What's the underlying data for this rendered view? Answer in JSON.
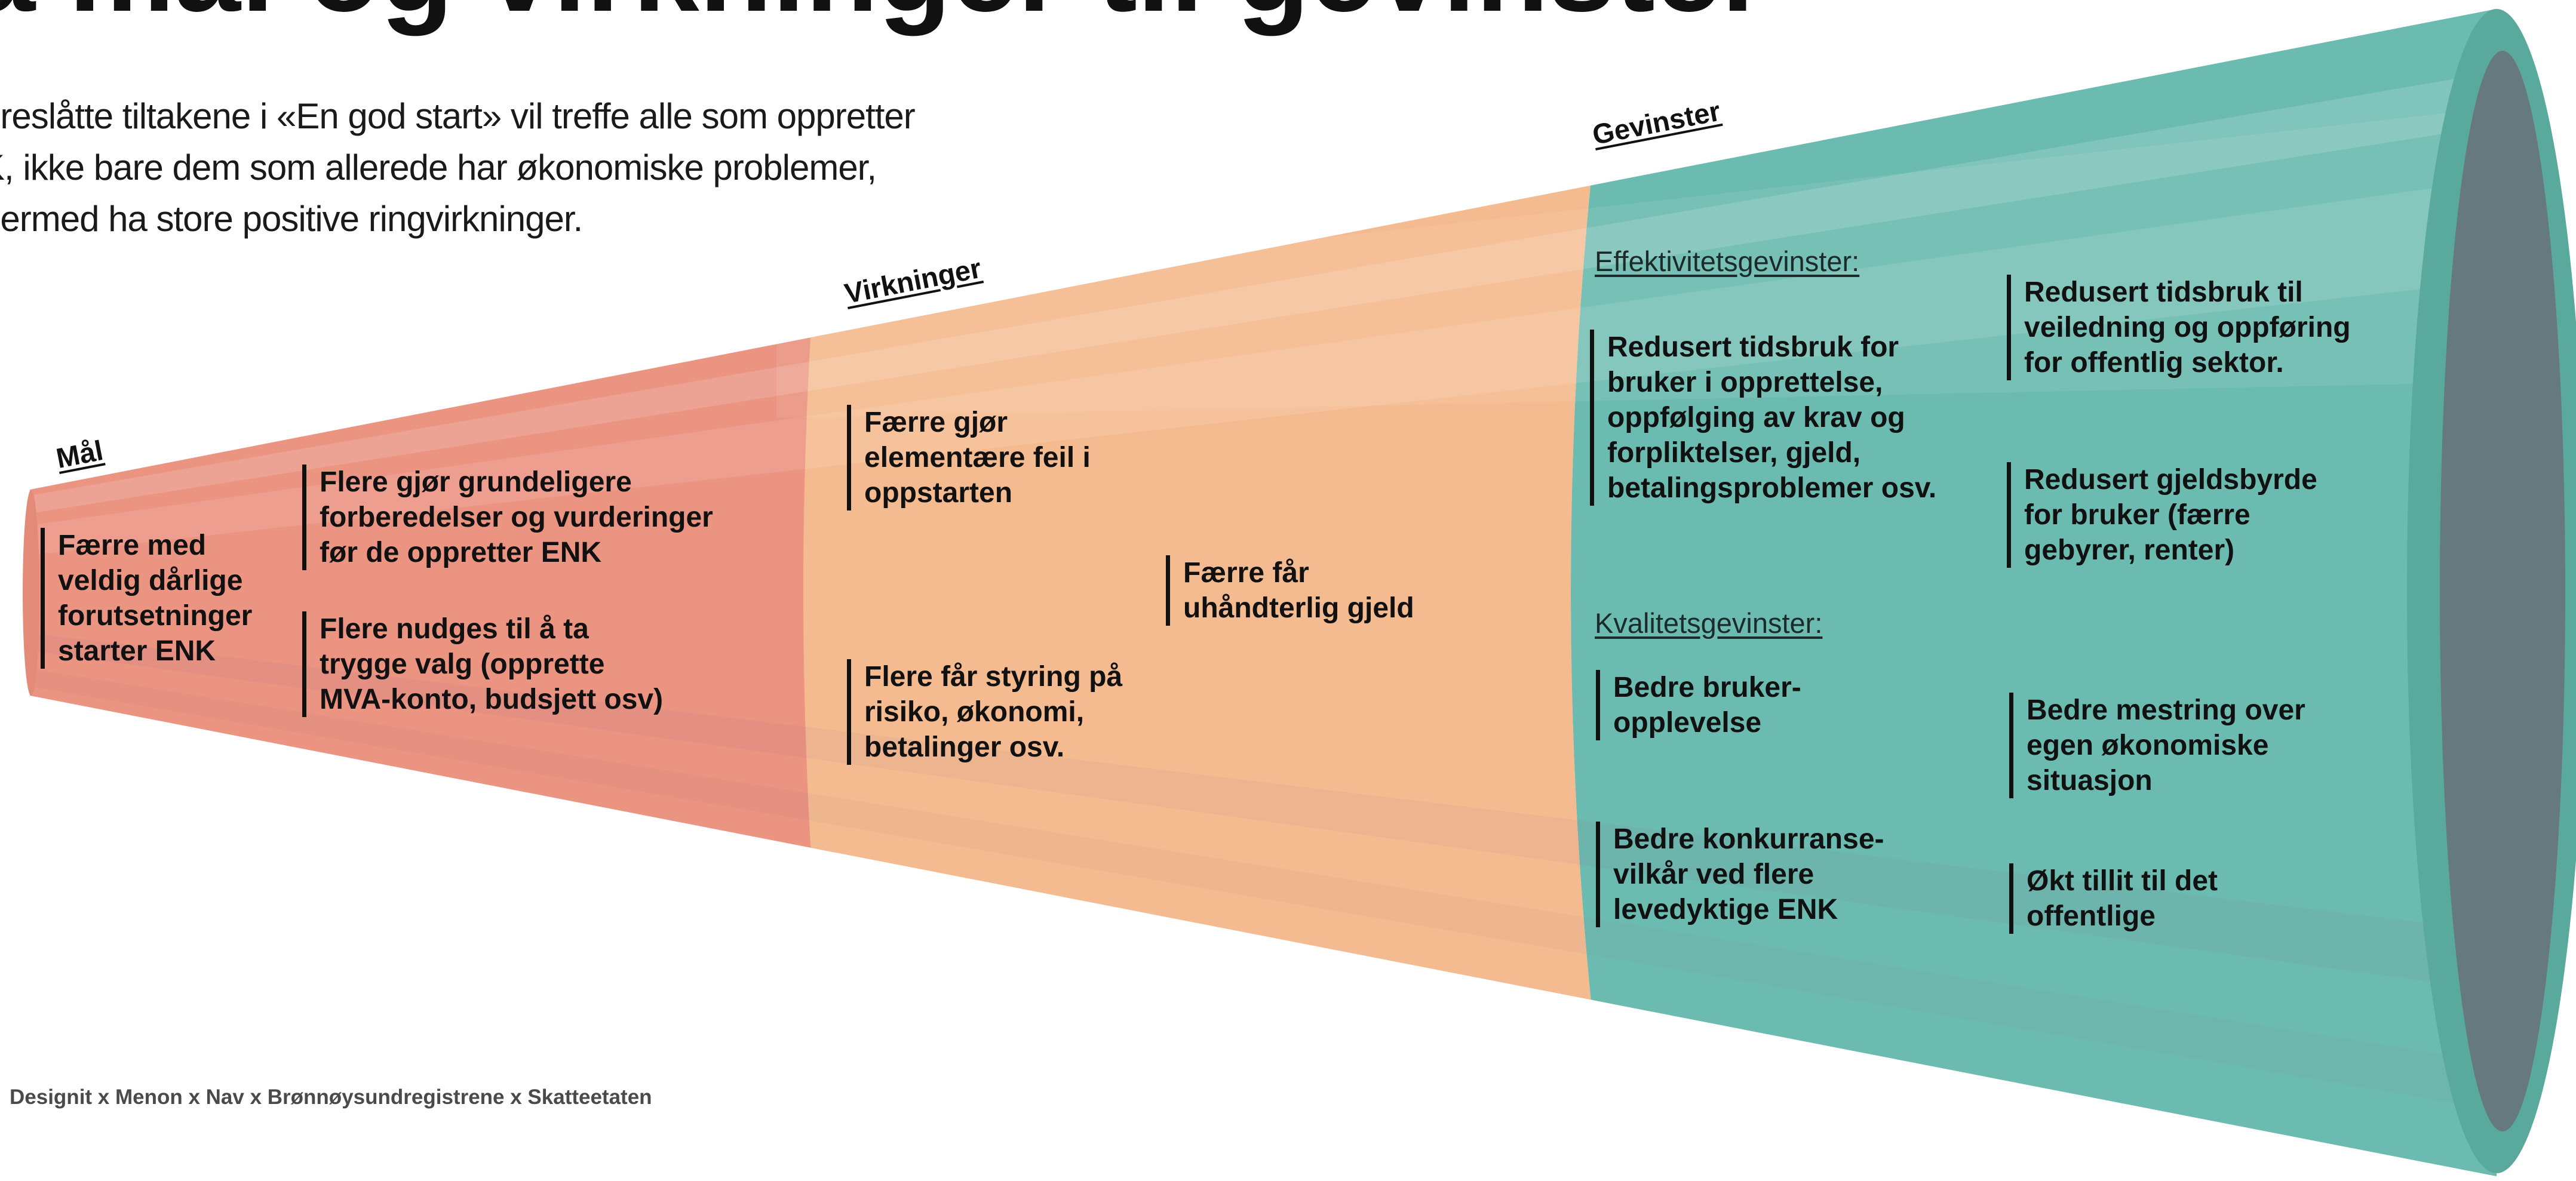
{
  "title": "ra mål og virkninger til gevinster",
  "intro_lines": [
    "oreslåtte tiltakene i «En god start» vil treffe alle som oppretter",
    "K, ikke bare dem som allerede har økonomiske problemer,",
    "dermed ha store positive ringvirkninger."
  ],
  "stages": {
    "maal": "Mål",
    "virkninger": "Virkninger",
    "gevinster": "Gevinster"
  },
  "subheadings": {
    "effektivitet": "Effektivitetsgevinster:",
    "kvalitet": "Kvalitetsgevinster:"
  },
  "maal_items": [
    [
      "Færre med",
      "veldig dårlige",
      "forutsetninger",
      "starter ENK"
    ],
    [
      "Flere gjør grundeligere",
      "forberedelser og vurderinger",
      "før de oppretter ENK"
    ],
    [
      "Flere nudges til å ta",
      "trygge valg (opprette",
      "MVA-konto, budsjett osv)"
    ]
  ],
  "virkninger_items": [
    [
      "Færre gjør",
      "elementære feil i",
      "oppstarten"
    ],
    [
      "Flere får styring på",
      "risiko, økonomi,",
      "betalinger osv."
    ],
    [
      "Færre får",
      "uhåndterlig gjeld"
    ]
  ],
  "effektivitet_items": [
    [
      "Redusert tidsbruk for",
      "bruker i opprettelse,",
      "oppfølging av krav og",
      "forpliktelser, gjeld,",
      "betalingsproblemer osv."
    ],
    [
      "Redusert tidsbruk til",
      "veiledning og oppføring",
      "for offentlig sektor."
    ],
    [
      "Redusert gjeldsbyrde",
      "for bruker (færre",
      "gebyrer, renter)"
    ]
  ],
  "kvalitet_items": [
    [
      "Bedre bruker-",
      "opplevelse"
    ],
    [
      "Bedre konkurranse-",
      "vilkår ved flere",
      "levedyktige ENK"
    ],
    [
      "Bedre mestring over",
      "egen økonomiske",
      "situasjon"
    ],
    [
      "Økt tillit til det",
      "offentlige"
    ]
  ],
  "footer": "Designit x Menon x Nav x Brønnøysundregistrene x Skatteetaten",
  "colors": {
    "maal": "#eb9482",
    "virkninger": "#f5bb90",
    "gevinster": "#6cbbb0",
    "gevinster_rim": "#5aa99d",
    "cone_mouth": "#66797f",
    "text": "#111111"
  }
}
